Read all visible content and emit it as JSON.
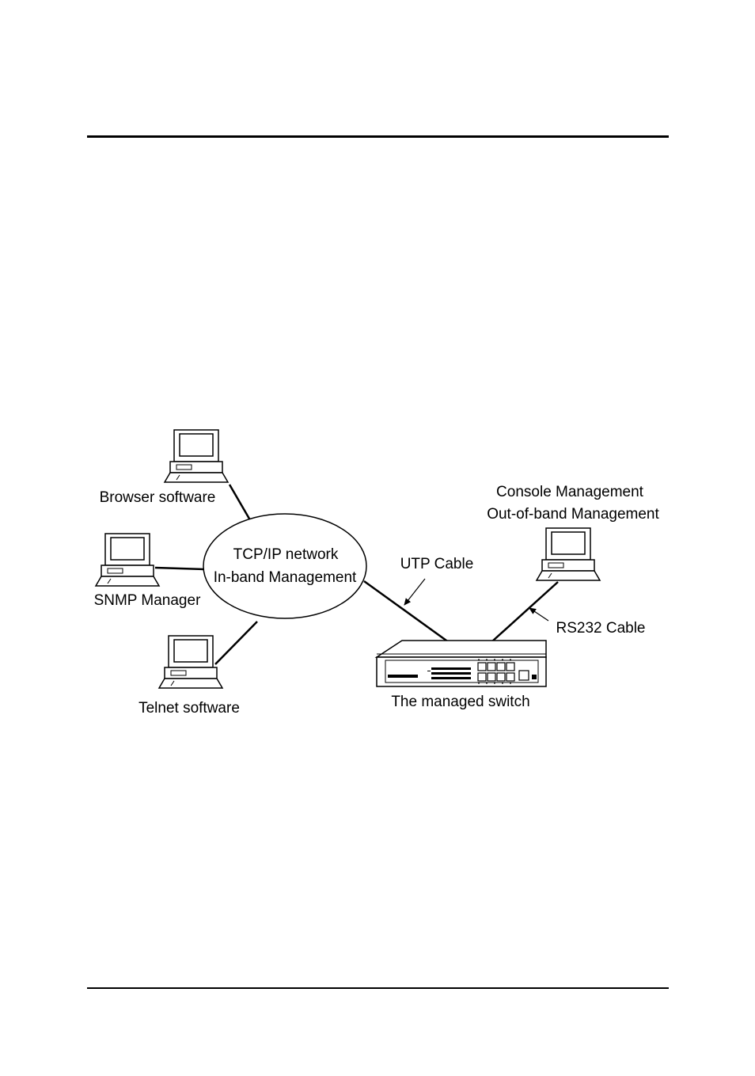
{
  "labels": {
    "browser": "Browser software",
    "snmp": "SNMP Manager",
    "telnet": "Telnet software",
    "network_line1": "TCP/IP network",
    "network_line2": "In-band Management",
    "utp": "UTP Cable",
    "console_line1": "Console Management",
    "console_line2": "Out-of-band Management",
    "rs232": "RS232 Cable",
    "switch": "The managed switch"
  }
}
